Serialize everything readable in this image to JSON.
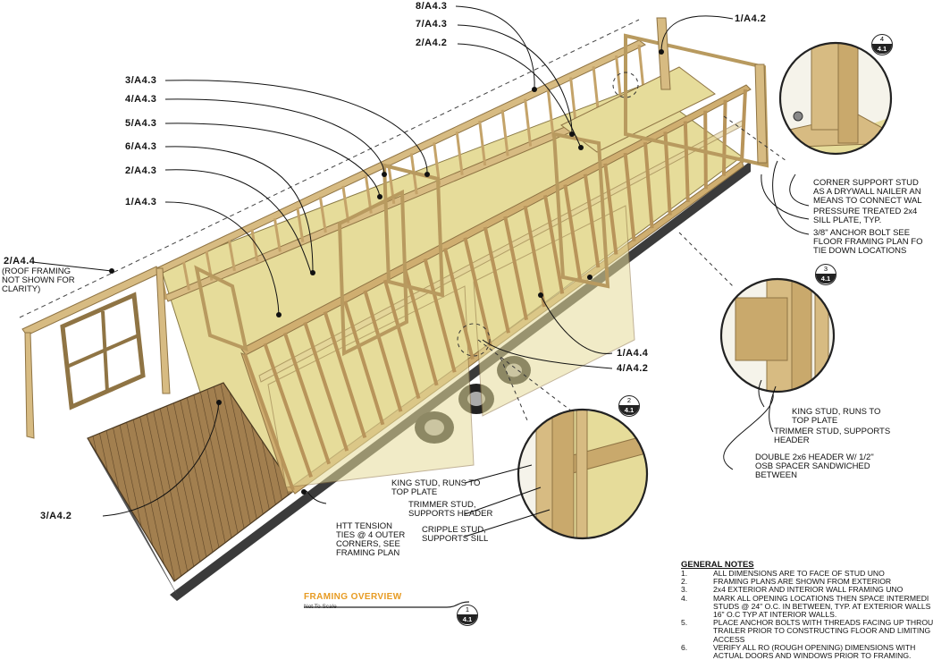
{
  "callouts": {
    "c_8_A43": "8/A4.3",
    "c_7_A43": "7/A4.3",
    "c_2_A42_top": "2/A4.2",
    "c_1_A42": "1/A4.2",
    "c_3_A43": "3/A4.3",
    "c_4_A43": "4/A4.3",
    "c_5_A43": "5/A4.3",
    "c_6_A43": "6/A4.3",
    "c_2_A43": "2/A4.3",
    "c_1_A43": "1/A4.3",
    "c_2_A44": "2/A4.4",
    "c_2_A44_note": "(ROOF FRAMING\nNOT SHOWN FOR\nCLARITY)",
    "c_1_A44": "1/A4.4",
    "c_4_A42": "4/A4.2",
    "c_3_A42": "3/A4.2"
  },
  "details": {
    "d4": {
      "badge_top": "4",
      "badge_bottom": "4.1",
      "notes": [
        "CORNER SUPPORT STUD\nAS A DRYWALL NAILER AN\nMEANS TO CONNECT WAL",
        "PRESSURE TREATED 2x4\nSILL PLATE, TYP.",
        "3/8\" ANCHOR BOLT SEE\nFLOOR FRAMING PLAN FO\nTIE DOWN LOCATIONS"
      ]
    },
    "d3": {
      "badge_top": "3",
      "badge_bottom": "4.1",
      "notes": [
        "KING STUD, RUNS TO\nTOP PLATE",
        "TRIMMER STUD, SUPPORTS\nHEADER",
        "DOUBLE 2x6 HEADER W/ 1/2\"\nOSB SPACER SANDWICHED\nBETWEEN"
      ]
    },
    "d2": {
      "badge_top": "2",
      "badge_bottom": "4.1",
      "notes": [
        "KING STUD, RUNS TO\nTOP PLATE",
        "TRIMMER STUD,\nSUPPORTS HEADER",
        "CRIPPLE STUD,\nSUPPORTS SILL"
      ]
    }
  },
  "htt_note": "HTT TENSION\nTIES @ 4 OUTER\nCORNERS, SEE\nFRAMING PLAN",
  "title_block": {
    "title": "FRAMING OVERVIEW",
    "subtitle": "Not To Scale",
    "badge_top": "1",
    "badge_bottom": "4.1"
  },
  "general_notes": {
    "heading": "GENERAL NOTES",
    "items": [
      {
        "num": "1.",
        "text": "ALL DIMENSIONS ARE TO FACE OF STUD UNO"
      },
      {
        "num": "2.",
        "text": "FRAMING PLANS ARE SHOWN FROM EXTERIOR"
      },
      {
        "num": "3.",
        "text": "2x4 EXTERIOR AND INTERIOR WALL FRAMING UNO"
      },
      {
        "num": "4.",
        "text": "MARK ALL OPENING LOCATIONS THEN SPACE INTERMEDI\nSTUDS @ 24\" O.C. IN BETWEEN, TYP. AT EXTERIOR WALLS\n16\" O.C TYP AT INTERIOR WALLS."
      },
      {
        "num": "5.",
        "text": "PLACE ANCHOR BOLTS WITH THREADS FACING UP THROU\nTRAILER PRIOR TO CONSTRUCTING FLOOR AND LIMITING\nACCESS"
      },
      {
        "num": "6.",
        "text": "VERIFY ALL RO (ROUGH OPENING) DIMENSIONS WITH\nACTUAL DOORS AND WINDOWS PRIOR TO FRAMING."
      }
    ]
  },
  "colors": {
    "lumber": "#d7bb82",
    "lumber_dark": "#a98d55",
    "osb": "#e6dc9a",
    "deck": "#9d7b4c",
    "trailer": "#3b3b3b",
    "title_accent": "#e79b22"
  }
}
